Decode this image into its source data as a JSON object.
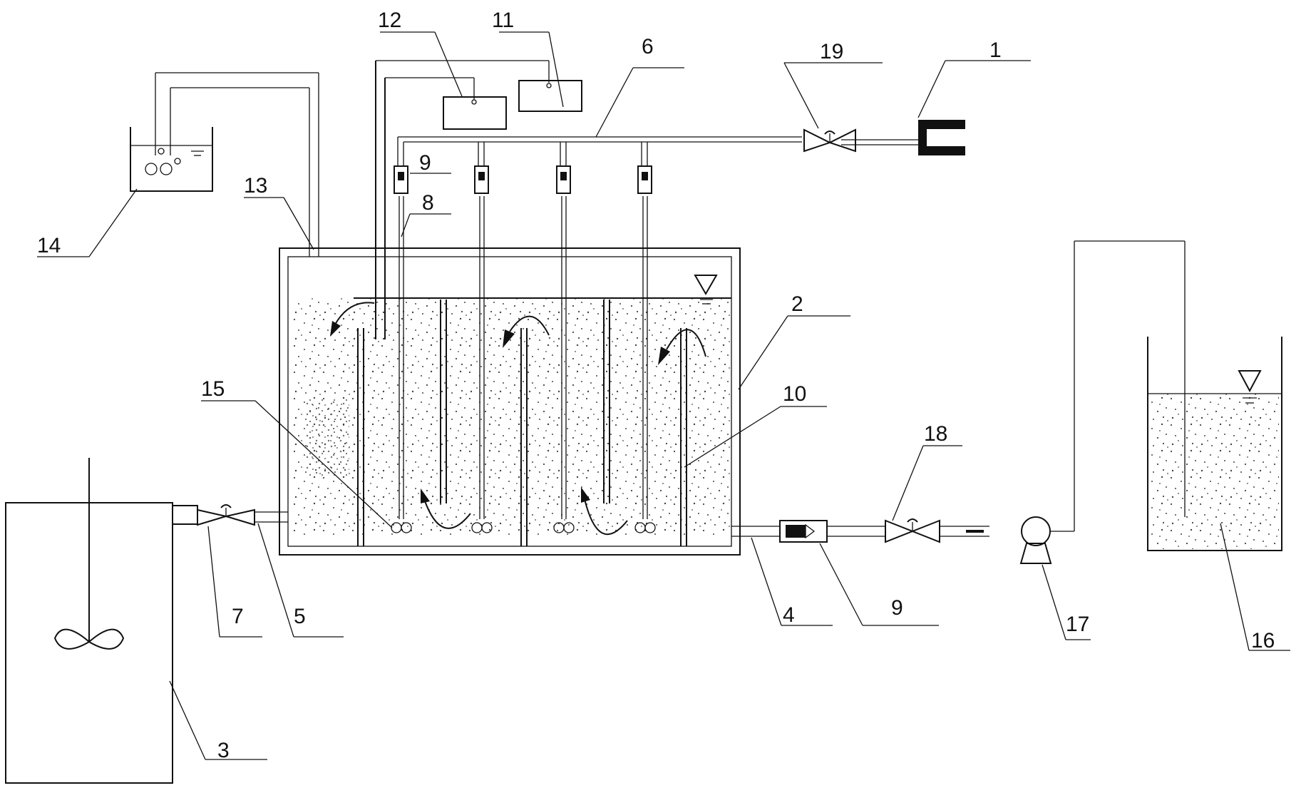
{
  "diagram": {
    "labels": {
      "l1": "1",
      "l2": "2",
      "l3": "3",
      "l4": "4",
      "l5": "5",
      "l6": "6",
      "l7": "7",
      "l8": "8",
      "l9a": "9",
      "l9b": "9",
      "l10": "10",
      "l11": "11",
      "l12": "12",
      "l13": "13",
      "l14": "14",
      "l15": "15",
      "l16": "16",
      "l17": "17",
      "l18": "18",
      "l19": "19"
    }
  }
}
